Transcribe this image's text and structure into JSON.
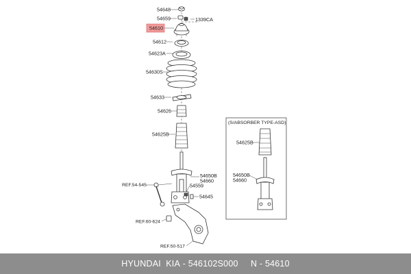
{
  "diagram": {
    "labels": {
      "p54648": "54648",
      "p54659": "54659",
      "p1339CA": "1339CA",
      "p54610": "54610",
      "p54612": "54612",
      "p54623A": "54623A",
      "p54630S": "54630S",
      "p54633": "54633",
      "p54626": "54626",
      "p54625B": "54625B",
      "p54650B": "54650B",
      "p54660": "54660",
      "p54559": "54559",
      "p54645": "54645",
      "ref54545": "REF.54-545",
      "ref60624": "REF.60-624",
      "ref50517": "REF.50-517"
    },
    "inset": {
      "title": "(S/ABSORBER TYPE-ASD)",
      "p54625B": "54625B",
      "p54650B": "54650B",
      "p54660": "54660"
    },
    "highlight_color": "#f19a9a"
  },
  "footer": {
    "brand": "HYUNDAI  KIA",
    "part_number": "546102S000",
    "ref_prefix": "N",
    "ref_number": "54610"
  },
  "colors": {
    "footer_bg": "#8d8d8d",
    "footer_text": "#ffffff"
  }
}
